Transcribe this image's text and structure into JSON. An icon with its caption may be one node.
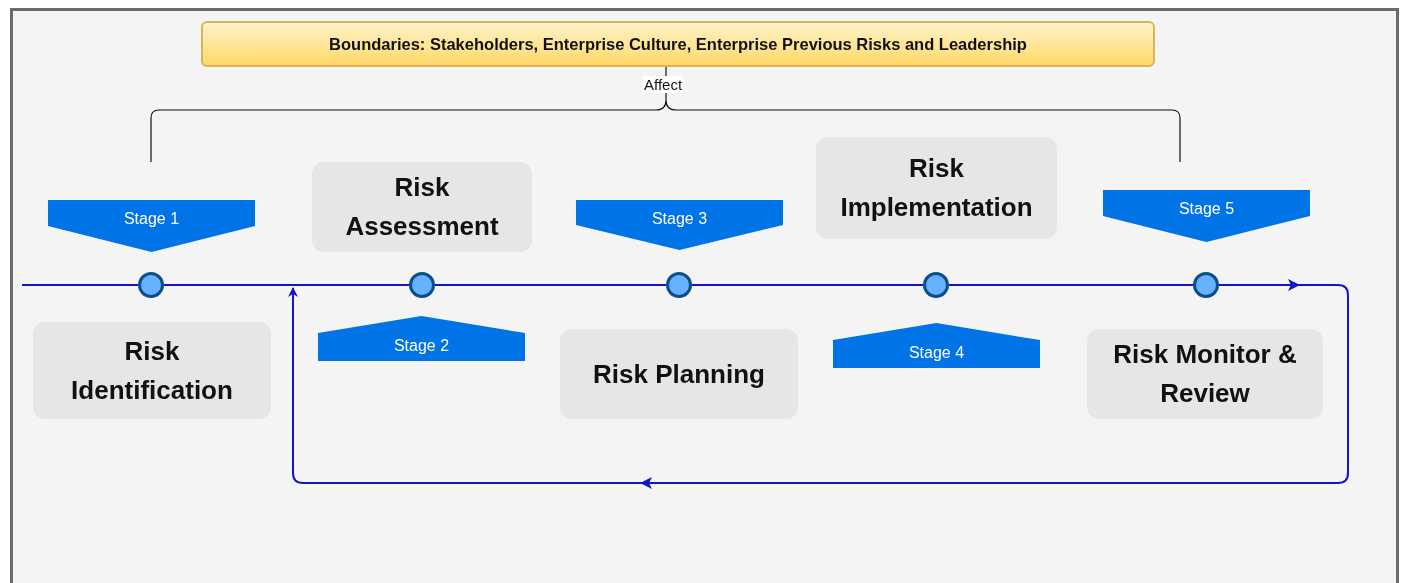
{
  "diagram": {
    "nodes": [
      {
        "text": [
          "Boundaries: Stakeholders, Enterprise Culture, Enterprise Previous Risks and Leadership"
        ]
      },
      {
        "text": [
          "Stage 1"
        ]
      },
      {
        "text": [
          "Risk Assessment"
        ]
      },
      {
        "text": [
          "Stage 3"
        ]
      },
      {
        "text": [
          "Risk Implementation"
        ]
      },
      {
        "text": [
          "Stage 5"
        ]
      },
      {
        "text": [],
        "shape": "circle"
      },
      {
        "text": [],
        "shape": "circle"
      },
      {
        "text": [],
        "shape": "circle"
      },
      {
        "text": [],
        "shape": "circle"
      },
      {
        "text": [],
        "shape": "circle"
      },
      {
        "text": [
          "Risk Identification"
        ]
      },
      {
        "text": [
          "Stage 2"
        ]
      },
      {
        "text": [
          "Risk Planning"
        ]
      },
      {
        "text": [
          "Stage 4"
        ]
      },
      {
        "text": [
          "Risk Monitor & Review"
        ]
      }
    ],
    "edges": [
      {
        "from": null,
        "to": 6,
        "arrow": "none"
      },
      {
        "from": 6,
        "to": 7,
        "arrow": "none"
      },
      {
        "from": 7,
        "to": 8,
        "arrow": "none"
      },
      {
        "from": 8,
        "to": 9,
        "arrow": "none"
      },
      {
        "from": 9,
        "to": 10,
        "arrow": "none"
      },
      {
        "from": 10,
        "to": null,
        "arrow": "to"
      }
    ],
    "labels": [
      "Affect"
    ]
  }
}
